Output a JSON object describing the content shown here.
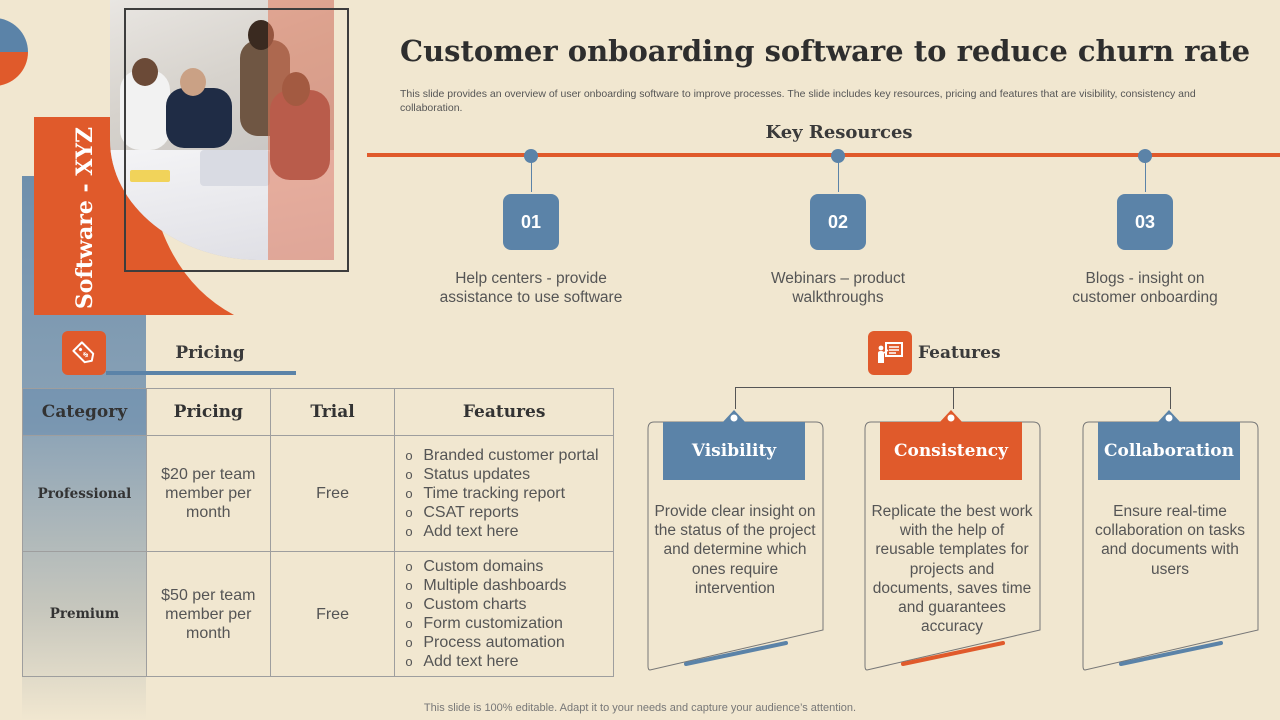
{
  "brand": "Software - XYZ",
  "title": "Customer onboarding software to reduce churn rate",
  "subtitle": "This slide provides an overview of user onboarding software to improve processes. The slide includes key resources, pricing and features that are visibility, consistency and collaboration.",
  "key_resources": {
    "heading": "Key Resources",
    "items": [
      {
        "number": "01",
        "text": "Help centers - provide assistance to use software"
      },
      {
        "number": "02",
        "text": "Webinars – product walkthroughs"
      },
      {
        "number": "03",
        "text": "Blogs - insight on customer onboarding"
      }
    ]
  },
  "pricing": {
    "heading": "Pricing",
    "icon": "price-tag-icon",
    "columns": [
      "Category",
      "Pricing",
      "Trial",
      "Features"
    ],
    "rows": [
      {
        "category": "Professional",
        "price": "$20 per team member per month",
        "trial": "Free",
        "features": [
          "Branded customer portal",
          "Status updates",
          "Time tracking report",
          "CSAT reports",
          "Add text here"
        ]
      },
      {
        "category": "Premium",
        "price": "$50 per team member per month",
        "trial": "Free",
        "features": [
          "Custom domains",
          "Multiple dashboards",
          "Custom charts",
          "Form customization",
          "Process automation",
          "Add text here"
        ]
      }
    ]
  },
  "features": {
    "heading": "Features",
    "icon": "presentation-icon",
    "items": [
      {
        "title": "Visibility",
        "text": "Provide clear insight on the status of the project and determine which ones require intervention",
        "color": "#5b83a8"
      },
      {
        "title": "Consistency",
        "text": "Replicate the best work with the help of reusable templates for projects and documents, saves time and guarantees accuracy",
        "color": "#e05a2b"
      },
      {
        "title": "Collaboration",
        "text": "Ensure real-time collaboration on tasks and documents with users",
        "color": "#5b83a8"
      }
    ]
  },
  "footer": "This slide is 100% editable. Adapt it to your needs and capture your audience’s attention.",
  "colors": {
    "accent_orange": "#e05a2b",
    "accent_blue": "#5b83a8",
    "background": "#f1e7d0"
  }
}
